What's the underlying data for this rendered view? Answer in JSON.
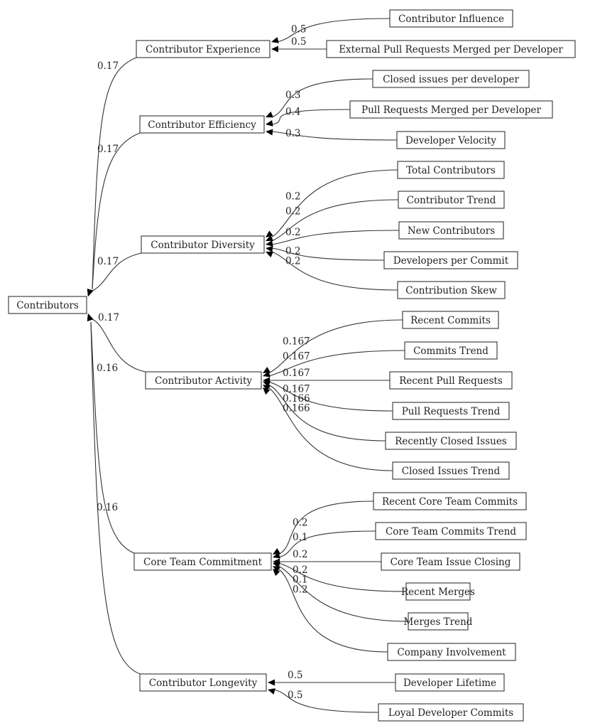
{
  "diagram": {
    "root": {
      "id": "contributors",
      "label": "Contributors"
    },
    "categories": [
      {
        "id": "experience",
        "label": "Contributor Experience",
        "weight": "0.17",
        "metrics": [
          {
            "label": "Contributor Influence",
            "weight": "0.5"
          },
          {
            "label": "External Pull Requests Merged per Developer",
            "weight": "0.5"
          }
        ]
      },
      {
        "id": "efficiency",
        "label": "Contributor Efficiency",
        "weight": "0.17",
        "metrics": [
          {
            "label": "Closed issues per developer",
            "weight": "0.3"
          },
          {
            "label": "Pull Requests Merged per Developer",
            "weight": "0.4"
          },
          {
            "label": "Developer Velocity",
            "weight": "0.3"
          }
        ]
      },
      {
        "id": "diversity",
        "label": "Contributor Diversity",
        "weight": "0.17",
        "metrics": [
          {
            "label": "Total Contributors",
            "weight": "0.2"
          },
          {
            "label": "Contributor Trend",
            "weight": "0.2"
          },
          {
            "label": "New Contributors",
            "weight": "0.2"
          },
          {
            "label": "Developers per Commit",
            "weight": "0.2"
          },
          {
            "label": "Contribution Skew",
            "weight": "0.2"
          }
        ]
      },
      {
        "id": "activity",
        "label": "Contributor Activity",
        "weight": "0.17",
        "metrics": [
          {
            "label": "Recent Commits",
            "weight": "0.167"
          },
          {
            "label": "Commits Trend",
            "weight": "0.167"
          },
          {
            "label": "Recent Pull Requests",
            "weight": "0.167"
          },
          {
            "label": "Pull Requests Trend",
            "weight": "0.167"
          },
          {
            "label": "Recently Closed Issues",
            "weight": "0.166"
          },
          {
            "label": "Closed Issues Trend",
            "weight": "0.166"
          }
        ]
      },
      {
        "id": "core-team",
        "label": "Core Team Commitment",
        "weight": "0.16",
        "metrics": [
          {
            "label": "Recent Core Team Commits",
            "weight": "0.2"
          },
          {
            "label": "Core Team Commits Trend",
            "weight": "0.1"
          },
          {
            "label": "Core Team Issue Closing",
            "weight": "0.2"
          },
          {
            "label": "Recent Merges",
            "weight": "0.2"
          },
          {
            "label": "Merges Trend",
            "weight": "0.1"
          },
          {
            "label": "Company Involvement",
            "weight": "0.2"
          }
        ]
      },
      {
        "id": "longevity",
        "label": "Contributor Longevity",
        "weight": "0.16",
        "metrics": [
          {
            "label": "Developer Lifetime",
            "weight": "0.5"
          },
          {
            "label": "Loyal Developer Commits",
            "weight": "0.5"
          }
        ]
      }
    ]
  }
}
